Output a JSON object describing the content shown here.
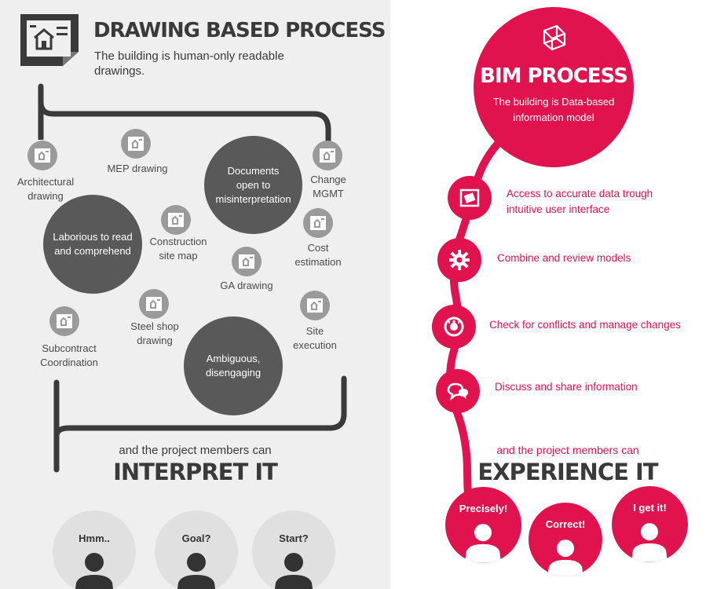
{
  "left": {
    "title": "DRAWING BASED PROCESS",
    "subtitle": "The building is human-only readable drawings.",
    "labels": {
      "architectural": "Architectural drawing",
      "mep": "MEP drawing",
      "change": "Change MGMT",
      "construction": "Construction site map",
      "cost": "Cost estimation",
      "ga": "GA drawing",
      "steel": "Steel shop drawing",
      "subcontract": "Subcontract Coordination",
      "site": "Site execution"
    },
    "circles": {
      "documents": "Documents open to misinterpretation",
      "laborious": "Laborious to read and comprehend",
      "ambiguous": "Ambiguous, disengaging"
    },
    "footer_line": "and the project members can",
    "footer_big": "INTERPRET IT",
    "people": [
      "Hmm..",
      "Goal?",
      "Start?"
    ]
  },
  "right": {
    "title": "BIM PROCESS",
    "subtitle": "The building is Data-based information model",
    "steps": [
      {
        "icon": "drawing-icon",
        "text": "Access to accurate data trough intuitive user interface"
      },
      {
        "icon": "gear-icon",
        "text": "Combine and review models"
      },
      {
        "icon": "gauge-icon",
        "text": "Check for conflicts and manage changes"
      },
      {
        "icon": "chat-icon",
        "text": "Discuss and share information"
      }
    ],
    "footer_line": "and the project members can",
    "footer_big": "EXPERIENCE IT",
    "people": [
      "Precisely!",
      "Correct!",
      "I get it!"
    ]
  },
  "colors": {
    "accent": "#e0134f",
    "dark": "#595959",
    "grey_bg": "#efefef",
    "icon_grey": "#9a9a9a"
  }
}
